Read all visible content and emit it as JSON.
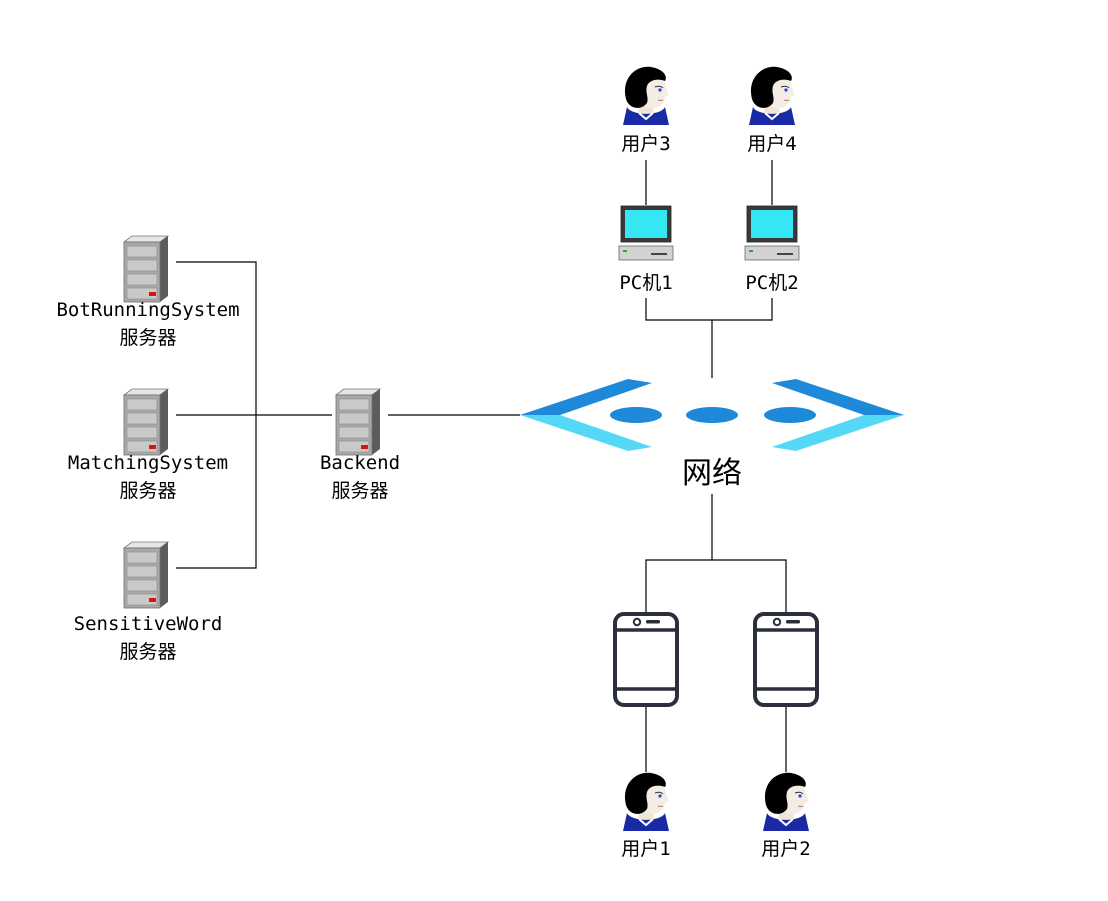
{
  "servers": {
    "bot": {
      "line1": "BotRunningSystem",
      "line2": "服务器"
    },
    "matching": {
      "line1": "MatchingSystem",
      "line2": "服务器"
    },
    "sensitive": {
      "line1": "SensitiveWord",
      "line2": "服务器"
    },
    "backend": {
      "line1": "Backend",
      "line2": "服务器"
    }
  },
  "network": {
    "label": "网络"
  },
  "pcs": [
    {
      "label": "PC机1",
      "user": "用户3"
    },
    {
      "label": "PC机2",
      "user": "用户4"
    }
  ],
  "phones": [
    {
      "user": "用户1"
    },
    {
      "user": "用户2"
    }
  ],
  "colors": {
    "network_dark": "#1e88d9",
    "network_light": "#54d8f5",
    "server_body": "#a9a9a9",
    "screen": "#35e7f5",
    "phone_stroke": "#2a2f3b",
    "user_hair": "#000000",
    "user_shirt": "#1a2aa6"
  }
}
